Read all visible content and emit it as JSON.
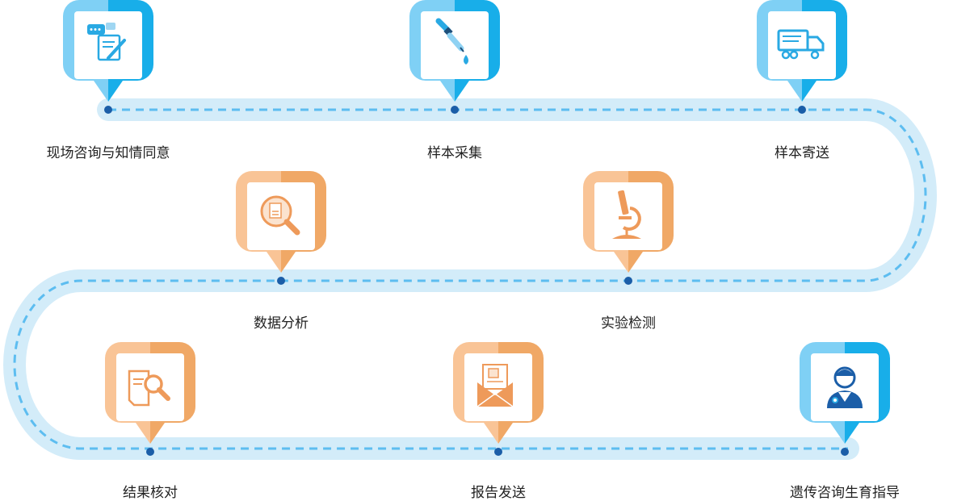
{
  "colors": {
    "blue_light": "#7fd0f5",
    "blue_dark": "#18aee9",
    "orange_light": "#f9c496",
    "orange_dark": "#f0a866",
    "track": "#d3ecf9",
    "dash": "#5dbdf0",
    "dot": "#1b5ea8",
    "icon_blue": "#29a9e3",
    "icon_orange": "#ee9a5a"
  },
  "steps": [
    {
      "label": "现场咨询与知情同意",
      "icon": "consultation-form-icon",
      "theme": "blue"
    },
    {
      "label": "样本采集",
      "icon": "dropper-icon",
      "theme": "blue"
    },
    {
      "label": "样本寄送",
      "icon": "truck-icon",
      "theme": "blue"
    },
    {
      "label": "数据分析",
      "icon": "magnifier-document-icon",
      "theme": "orange"
    },
    {
      "label": "实验检测",
      "icon": "microscope-icon",
      "theme": "orange"
    },
    {
      "label": "结果核对",
      "icon": "document-search-icon",
      "theme": "orange"
    },
    {
      "label": "报告发送",
      "icon": "envelope-report-icon",
      "theme": "orange"
    },
    {
      "label": "遗传咨询生育指导",
      "icon": "doctor-icon",
      "theme": "blue"
    }
  ]
}
